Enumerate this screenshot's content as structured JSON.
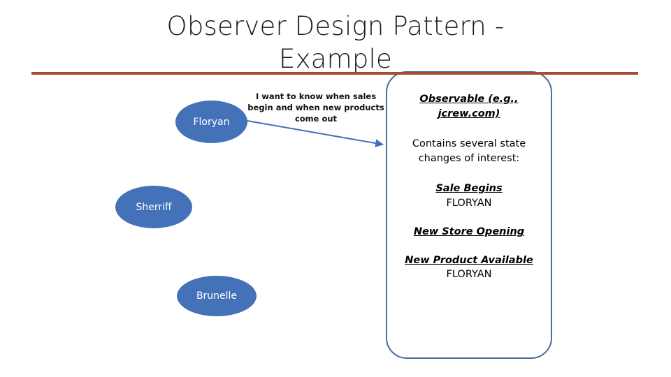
{
  "slide": {
    "title": "Observer Design Pattern - Example",
    "title_line_1": "Observer Design Pattern -",
    "title_line_2": "Example",
    "divider_color": "#a84b32",
    "accent_blue": "#4472b8",
    "outline_blue": "#4a6c9b"
  },
  "observers": [
    {
      "name": "Floryan"
    },
    {
      "name": "Sherriff"
    },
    {
      "name": "Brunelle"
    }
  ],
  "request": {
    "text": "I want to know when sales begin and when new products come out",
    "line_1": "I want to know when sales",
    "line_2": "begin and when new products",
    "line_3": "come out"
  },
  "observable": {
    "heading_line_1": "Observable (e.g.,",
    "heading_line_2": "jcrew.com)",
    "subtitle_line_1": "Contains several state",
    "subtitle_line_2": "changes of interest:",
    "states": [
      {
        "name": "Sale Begins",
        "subscriber": "FLORYAN"
      },
      {
        "name": "New Store Opening",
        "subscriber": ""
      },
      {
        "name": "New Product Available",
        "subscriber": "FLORYAN"
      }
    ]
  }
}
